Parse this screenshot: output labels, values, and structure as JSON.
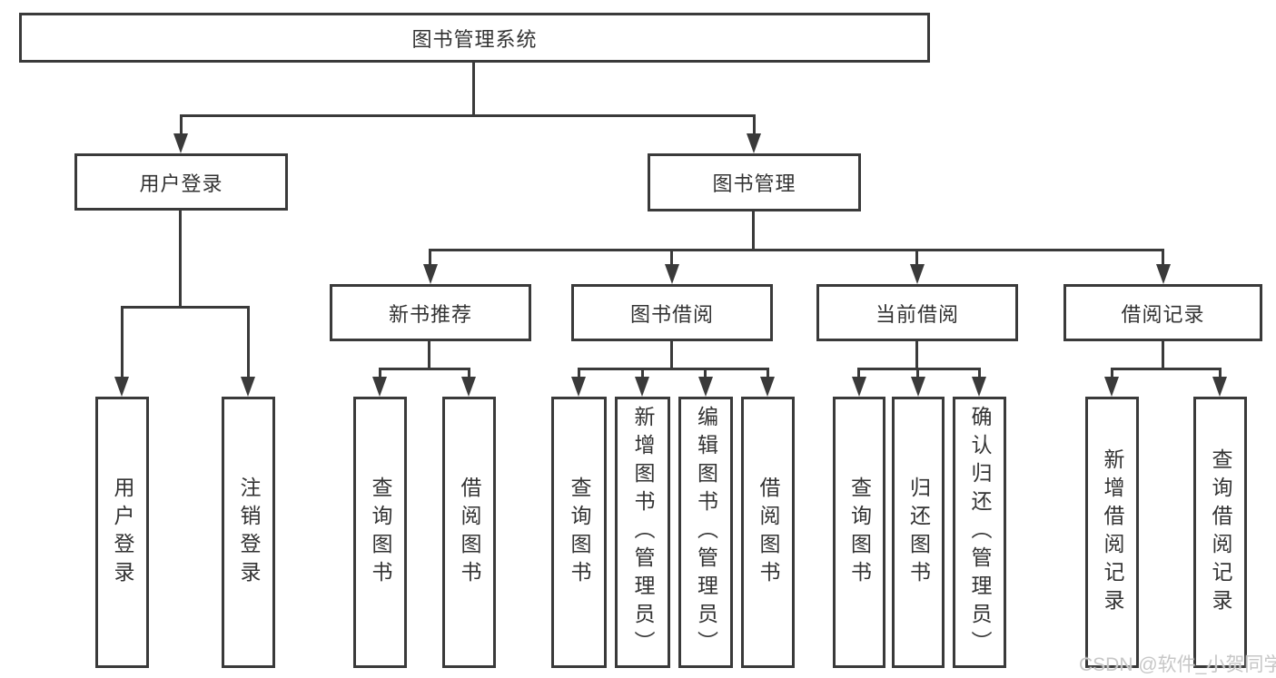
{
  "tree": {
    "root": {
      "label": "图书管理系统",
      "children": [
        {
          "label": "用户登录",
          "children": [
            {
              "label": "用户登录"
            },
            {
              "label": "注销登录"
            }
          ]
        },
        {
          "label": "图书管理",
          "children": [
            {
              "label": "新书推荐",
              "children": [
                {
                  "label": "查询图书"
                },
                {
                  "label": "借阅图书"
                }
              ]
            },
            {
              "label": "图书借阅",
              "children": [
                {
                  "label": "查询图书"
                },
                {
                  "label": "新增图书（管理员）"
                },
                {
                  "label": "编辑图书（管理员）"
                },
                {
                  "label": "借阅图书"
                }
              ]
            },
            {
              "label": "当前借阅",
              "children": [
                {
                  "label": "查询图书"
                },
                {
                  "label": "归还图书"
                },
                {
                  "label": "确认归还（管理员）"
                }
              ]
            },
            {
              "label": "借阅记录",
              "children": [
                {
                  "label": "新增借阅记录"
                },
                {
                  "label": "查询借阅记录"
                }
              ]
            }
          ]
        }
      ]
    }
  },
  "watermark": "CSDN @软件_小贺同学",
  "colors": {
    "line": "#3a3a3a",
    "text": "#333333",
    "watermark": "#c7c7c7",
    "background": "#ffffff"
  }
}
